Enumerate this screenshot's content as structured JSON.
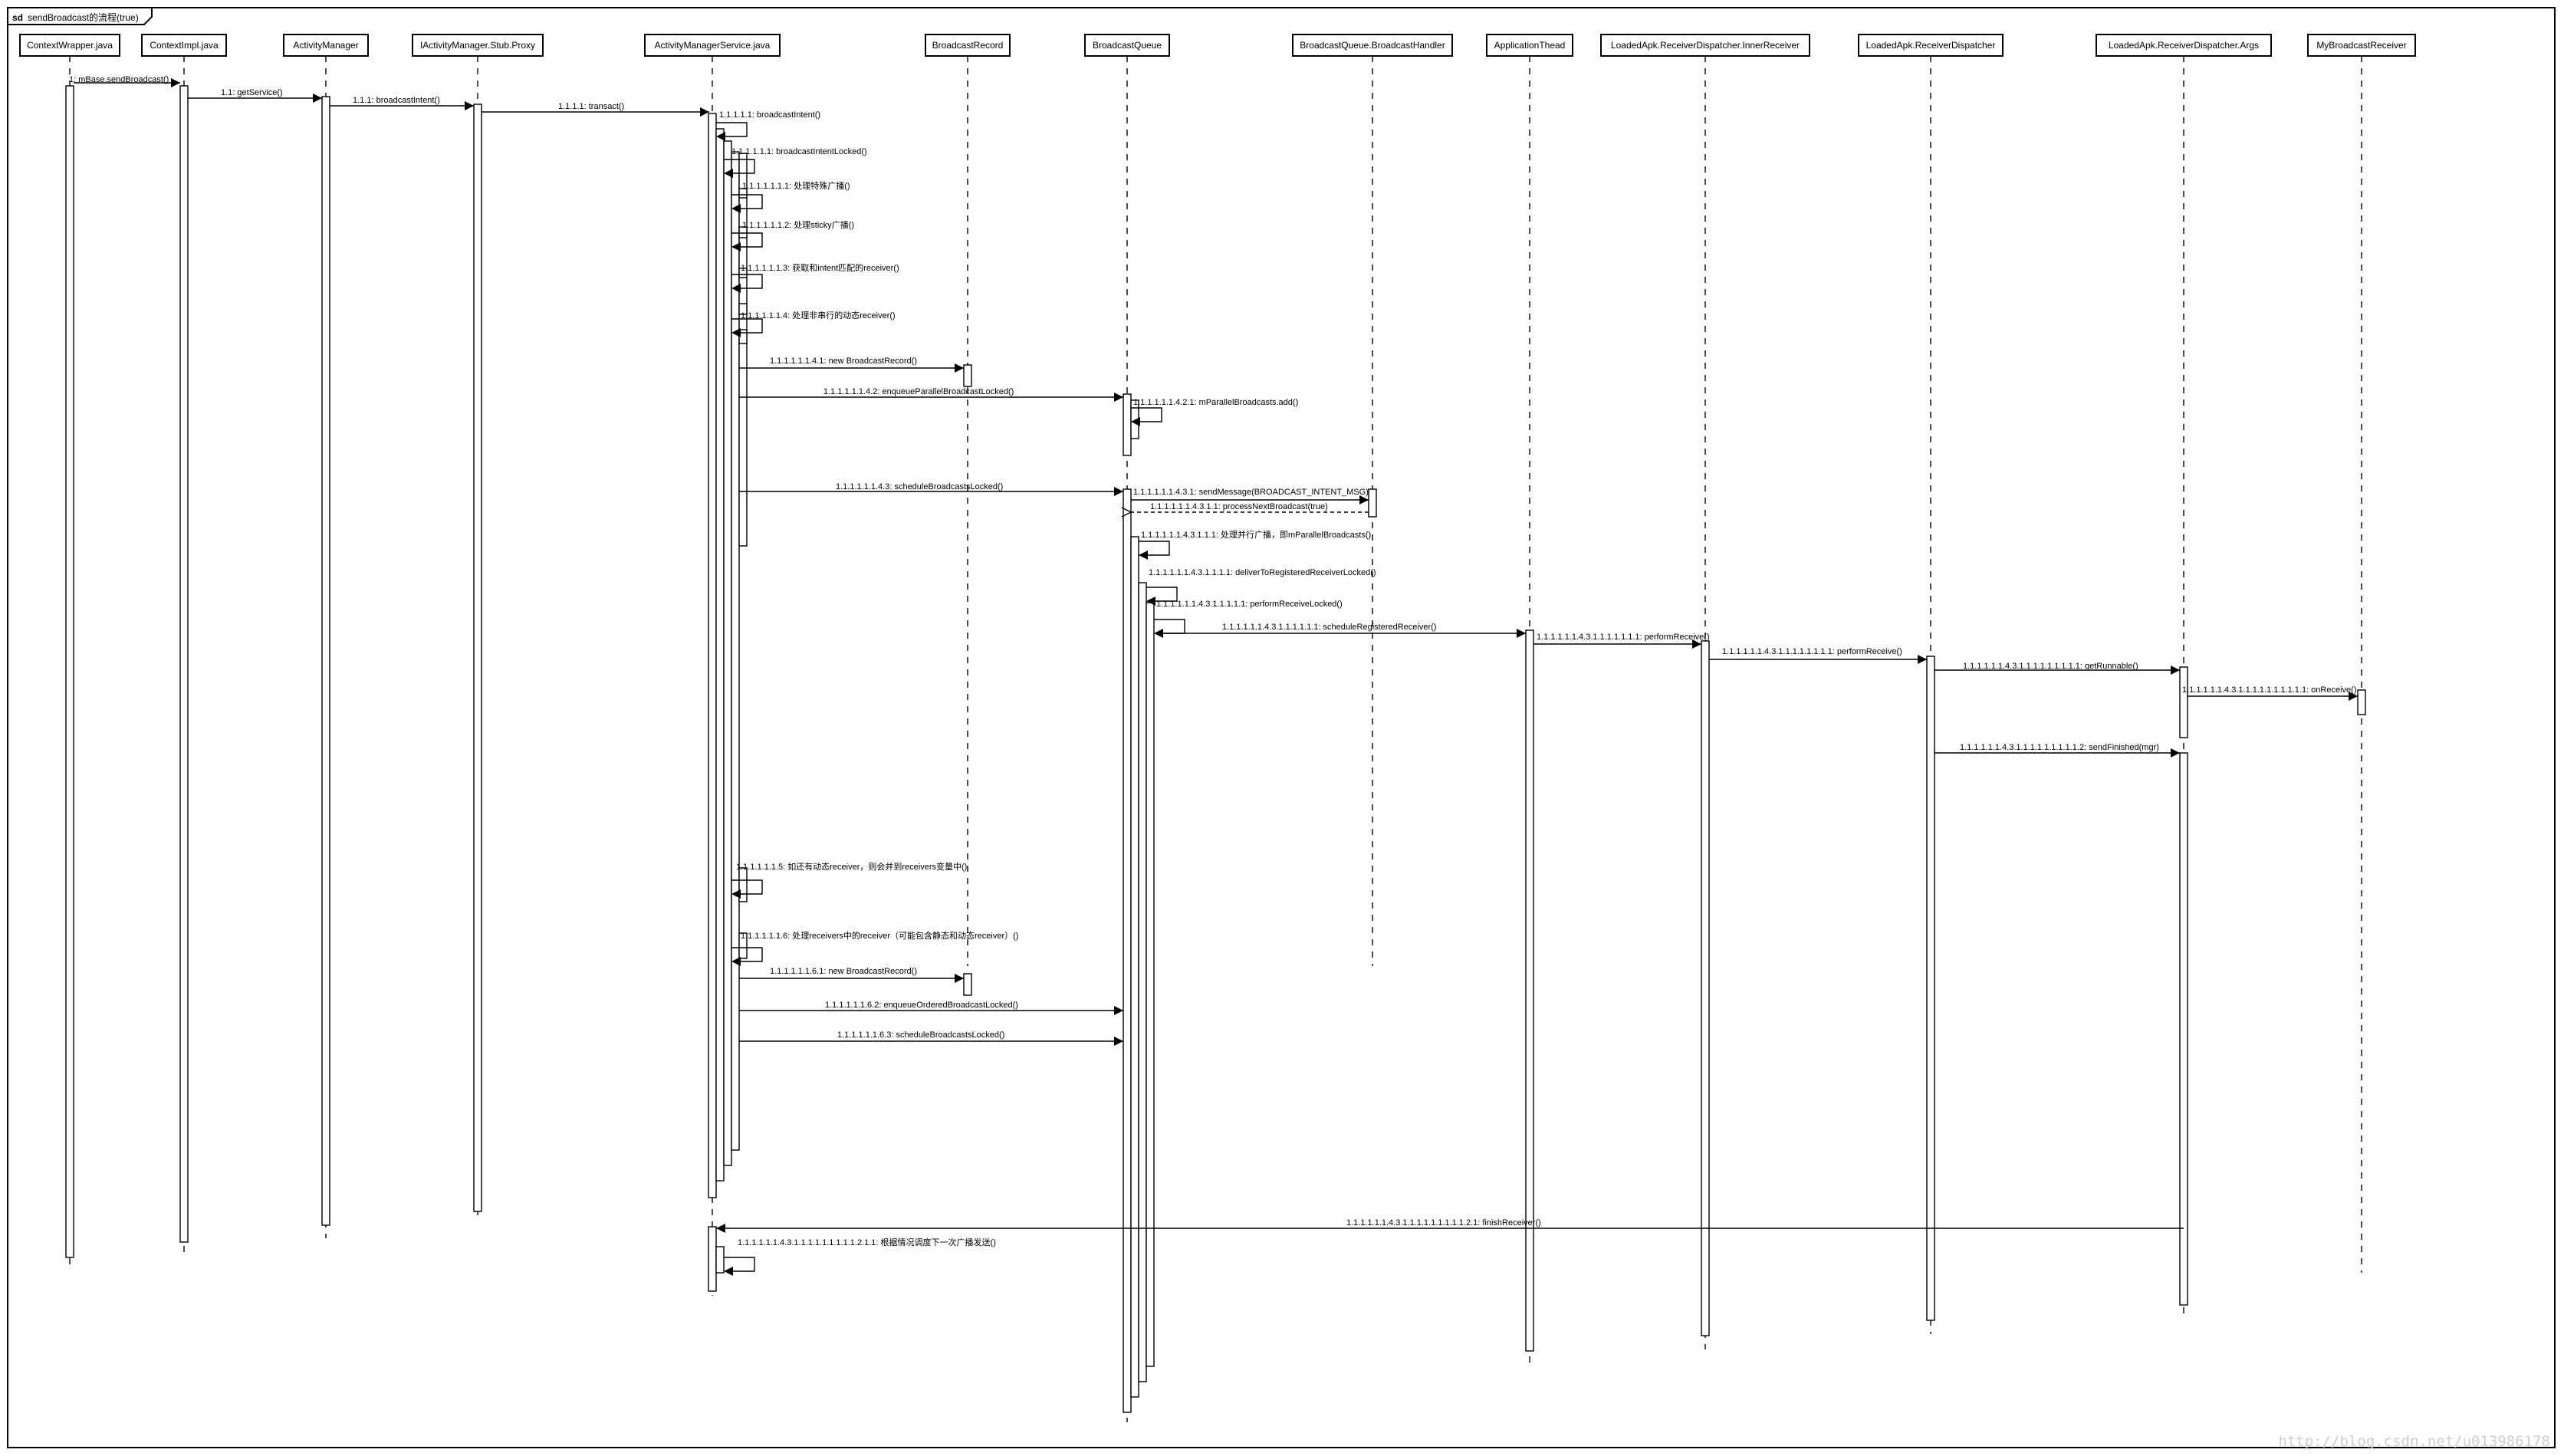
{
  "frame": {
    "keyword": "sd",
    "title": "sendBroadcast的流程(true)"
  },
  "participants": [
    "ContextWrapper.java",
    "ContextImpl.java",
    "ActivityManager",
    "IActivityManager.Stub.Proxy",
    "ActivityManagerService.java",
    "BroadcastRecord",
    "BroadcastQueue",
    "BroadcastQueue.BroadcastHandler",
    "ApplicationThead",
    "LoadedApk.ReceiverDispatcher.InnerReceiver",
    "LoadedApk.ReceiverDispatcher",
    "LoadedApk.ReceiverDispatcher.Args",
    "MyBroadcastReceiver"
  ],
  "messages": [
    {
      "from": 0,
      "to": 1,
      "label": "1: mBase.sendBroadcast()"
    },
    {
      "from": 1,
      "to": 2,
      "label": "1.1: getService()"
    },
    {
      "from": 2,
      "to": 3,
      "label": "1.1.1: broadcastIntent()"
    },
    {
      "from": 3,
      "to": 4,
      "label": "1.1.1.1: transact()"
    },
    {
      "from": 4,
      "to": 4,
      "label": "1.1.1.1.1: broadcastIntent()"
    },
    {
      "from": 4,
      "to": 4,
      "label": "1.1.1.1.1.1: broadcastIntentLocked()"
    },
    {
      "from": 4,
      "to": 4,
      "label": "1.1.1.1.1.1.1: 处理特殊广播()"
    },
    {
      "from": 4,
      "to": 4,
      "label": "1.1.1.1.1.1.2: 处理sticky广播()"
    },
    {
      "from": 4,
      "to": 4,
      "label": "1.1.1.1.1.1.3: 获取和intent匹配的receiver()"
    },
    {
      "from": 4,
      "to": 4,
      "label": "1.1.1.1.1.1.4: 处理非串行的动态receiver()"
    },
    {
      "from": 4,
      "to": 5,
      "label": "1.1.1.1.1.1.4.1: new BroadcastRecord()"
    },
    {
      "from": 4,
      "to": 6,
      "label": "1.1.1.1.1.1.4.2: enqueueParallelBroadcastLocked()"
    },
    {
      "from": 6,
      "to": 6,
      "label": "1.1.1.1.1.1.4.2.1: mParallelBroadcasts.add()"
    },
    {
      "from": 4,
      "to": 6,
      "label": "1.1.1.1.1.1.4.3: scheduleBroadcastsLocked()"
    },
    {
      "from": 6,
      "to": 7,
      "label": "1.1.1.1.1.1.4.3.1: sendMessage(BROADCAST_INTENT_MSG)"
    },
    {
      "from": 7,
      "to": 6,
      "label": "1.1.1.1.1.1.4.3.1.1: processNextBroadcast(true)"
    },
    {
      "from": 6,
      "to": 6,
      "label": "1.1.1.1.1.1.4.3.1.1.1: 处理并行广播，即mParallelBroadcasts()"
    },
    {
      "from": 6,
      "to": 6,
      "label": "1.1.1.1.1.1.4.3.1.1.1.1: deliverToRegisteredReceiverLocked()"
    },
    {
      "from": 6,
      "to": 6,
      "label": "1.1.1.1.1.1.4.3.1.1.1.1.1: performReceiveLocked()"
    },
    {
      "from": 6,
      "to": 8,
      "label": "1.1.1.1.1.1.4.3.1.1.1.1.1.1: scheduleRegisteredReceiver()"
    },
    {
      "from": 8,
      "to": 9,
      "label": "1.1.1.1.1.1.4.3.1.1.1.1.1.1.1: performReceive()"
    },
    {
      "from": 9,
      "to": 10,
      "label": "1.1.1.1.1.1.4.3.1.1.1.1.1.1.1.1: performReceive()"
    },
    {
      "from": 10,
      "to": 11,
      "label": "1.1.1.1.1.1.4.3.1.1.1.1.1.1.1.1.1: getRunnable()"
    },
    {
      "from": 11,
      "to": 12,
      "label": "1.1.1.1.1.1.4.3.1.1.1.1.1.1.1.1.1.1: onReceive()"
    },
    {
      "from": 10,
      "to": 11,
      "label": "1.1.1.1.1.1.4.3.1.1.1.1.1.1.1.1.1.2: sendFinished(mgr)"
    },
    {
      "from": 4,
      "to": 4,
      "label": "1.1.1.1.1.1.5: 如还有动态receiver，则会并到receivers变量中()"
    },
    {
      "from": 4,
      "to": 4,
      "label": "1.1.1.1.1.1.6: 处理receivers中的receiver（可能包含静态和动态receiver）()"
    },
    {
      "from": 4,
      "to": 5,
      "label": "1.1.1.1.1.1.6.1: new BroadcastRecord()"
    },
    {
      "from": 4,
      "to": 6,
      "label": "1.1.1.1.1.1.6.2: enqueueOrderedBroadcastLocked()"
    },
    {
      "from": 4,
      "to": 6,
      "label": "1.1.1.1.1.1.6.3: scheduleBroadcastsLocked()"
    },
    {
      "from": 11,
      "to": 4,
      "label": "1.1.1.1.1.1.4.3.1.1.1.1.1.1.1.1.1.2.1: finishReceiver()"
    },
    {
      "from": 4,
      "to": 4,
      "label": "1.1.1.1.1.1.4.3.1.1.1.1.1.1.1.1.1.2.1.1: 根据情况调度下一次广播发送()"
    }
  ],
  "watermark": "http://blog.csdn.net/u013986178"
}
